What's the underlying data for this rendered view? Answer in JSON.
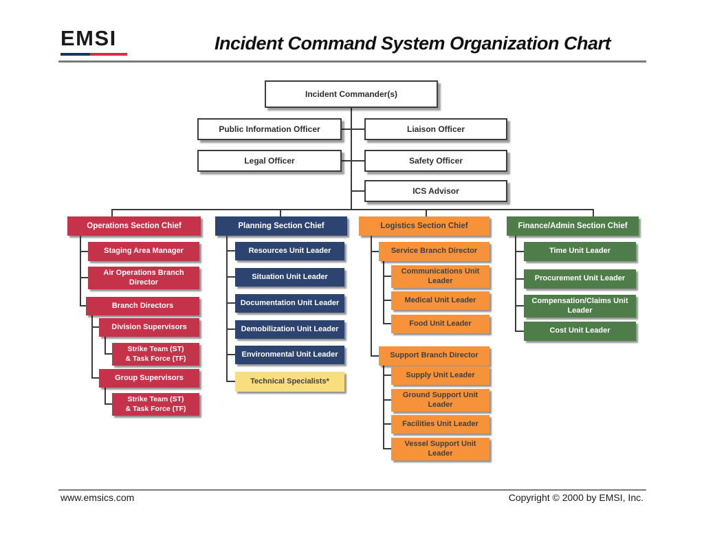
{
  "header": {
    "logo_text": "EMSI",
    "title": "Incident Command System Organization Chart"
  },
  "command": {
    "incident_commander": "Incident Commander(s)",
    "public_information_officer": "Public Information Officer",
    "liaison_officer": "Liaison Officer",
    "legal_officer": "Legal Officer",
    "safety_officer": "Safety Officer",
    "ics_advisor": "ICS Advisor"
  },
  "sections": {
    "operations": {
      "chief": "Operations Section Chief",
      "staging_area_manager": "Staging Area Manager",
      "air_operations_branch_director": "Air Operations Branch\nDirector",
      "branch_directors": "Branch Directors",
      "division_supervisors": "Division Supervisors",
      "strike_team_task_force_1": "Strike Team (ST)\n& Task Force (TF)",
      "group_supervisors": "Group Supervisors",
      "strike_team_task_force_2": "Strike Team (ST)\n& Task Force (TF)"
    },
    "planning": {
      "chief": "Planning Section Chief",
      "resources_unit_leader": "Resources Unit Leader",
      "situation_unit_leader": "Situation Unit Leader",
      "documentation_unit_leader": "Documentation Unit Leader",
      "demobilization_unit_leader": "Demobilization Unit Leader",
      "environmental_unit_leader": "Environmental Unit Leader",
      "technical_specialists": "Technical Specialists*"
    },
    "logistics": {
      "chief": "Logistics Section Chief",
      "service_branch_director": "Service Branch Director",
      "communications_unit_leader": "Communications Unit\nLeader",
      "medical_unit_leader": "Medical Unit Leader",
      "food_unit_leader": "Food Unit Leader",
      "support_branch_director": "Support Branch Director",
      "supply_unit_leader": "Supply Unit Leader",
      "ground_support_unit_leader": "Ground Support Unit\nLeader",
      "facilities_unit_leader": "Facilities Unit Leader",
      "vessel_support_unit_leader": "Vessel Support Unit\nLeader"
    },
    "finance": {
      "chief": "Finance/Admin Section Chief",
      "time_unit_leader": "Time Unit Leader",
      "procurement_unit_leader": "Procurement Unit Leader",
      "compensation_claims_unit_leader": "Compensation/Claims Unit\nLeader",
      "cost_unit_leader": "Cost Unit Leader"
    }
  },
  "footer": {
    "website": "www.emsics.com",
    "copyright": "Copyright © 2000 by EMSI, Inc."
  },
  "colors": {
    "operations": "#C4334A",
    "planning": "#2E4470",
    "logistics": "#F6923A",
    "finance": "#4F7D49",
    "technical_specialists_bg": "#F9DE80",
    "logo_underline_left": "#17365D",
    "logo_underline_right": "#D92B44"
  }
}
